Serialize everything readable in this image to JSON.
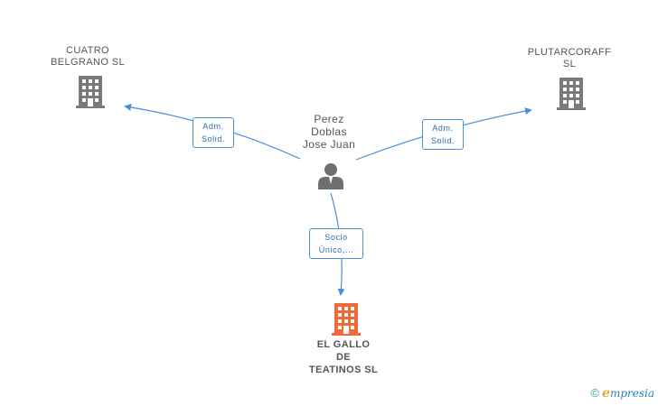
{
  "nodes": {
    "person": {
      "lines": [
        "Perez",
        "Doblas",
        "Jose Juan"
      ]
    },
    "company_left": {
      "lines": [
        "CUATRO",
        "BELGRANO  SL"
      ]
    },
    "company_right": {
      "lines": [
        "PLUTARCORAFF",
        "SL"
      ]
    },
    "company_main": {
      "lines": [
        "EL GALLO",
        "DE",
        "TEATINOS  SL"
      ]
    }
  },
  "edges": {
    "to_left": {
      "lines": [
        "Adm.",
        "Solid."
      ]
    },
    "to_right": {
      "lines": [
        "Adm.",
        "Solid."
      ]
    },
    "to_main": {
      "lines": [
        "Socio",
        "Único,..."
      ]
    }
  },
  "brand": {
    "copyright": "©",
    "logo_first_letter": "e",
    "logo_rest": "mpresia"
  },
  "colors": {
    "edge": "#4a90d9",
    "company_icon": "#7a7a7a",
    "main_company_icon": "#f26a3a",
    "person_icon": "#6f6f6f"
  }
}
